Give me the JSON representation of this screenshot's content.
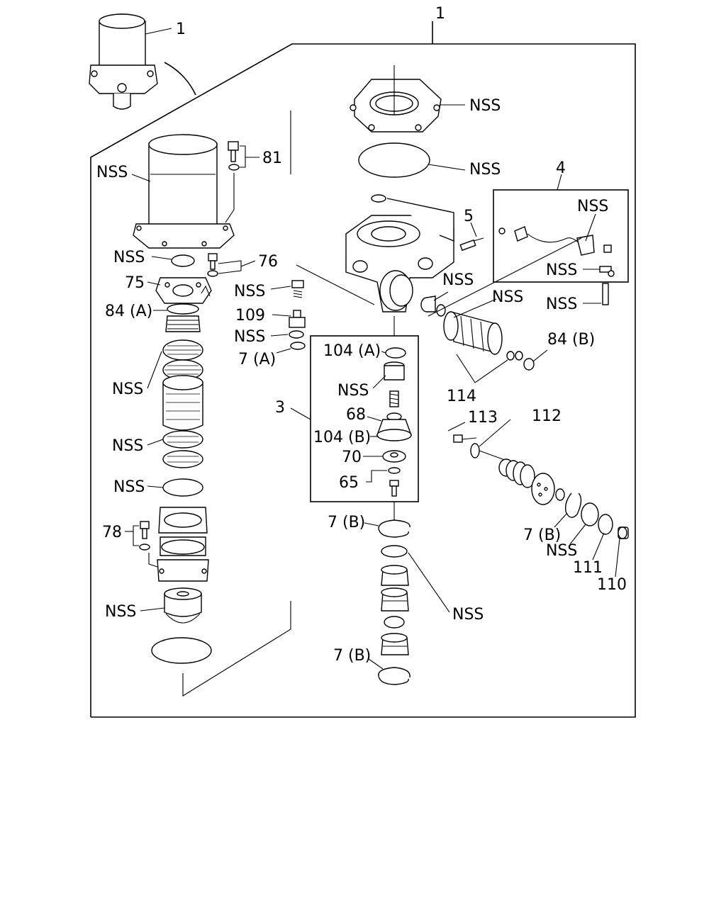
{
  "labels": {
    "assembly_top": "1",
    "assembly_icon": "1",
    "bolt_81": "81",
    "cartridge_nss": "NSS",
    "seal_nss_top_left": "NSS",
    "bolt_76": "76",
    "plate_75": "75",
    "spring_84a": "84 (A)",
    "filters_nss": "NSS",
    "filters_lower_nss": "NSS",
    "oring_nss_left": "NSS",
    "bolt_78": "78",
    "bottom_nss_left": "NSS",
    "cover_nss": "NSS",
    "gasket_nss": "NSS",
    "valve_nss": "NSS",
    "part_109": "109",
    "ring_nss": "NSS",
    "ring_7a": "7 (A)",
    "box_3": "3",
    "oring_104a": "104 (A)",
    "piston_nss": "NSS",
    "part_68": "68",
    "part_104b": "104 (B)",
    "part_70": "70",
    "part_65": "65",
    "snap_7b_mid": "7 (B)",
    "stack_nss": "NSS",
    "snap_7b_bottom": "7 (B)",
    "sensor_5": "5",
    "box_4": "4",
    "heater_nss_1": "NSS",
    "heater_nss_2": "NSS",
    "heater_nss_3": "NSS",
    "fitting_nss": "NSS",
    "sleeve_nss": "NSS",
    "part_84b": "84 (B)",
    "part_114": "114",
    "part_113": "113",
    "part_112": "112",
    "snap_7b_right": "7 (B)",
    "washer_nss_right": "NSS",
    "part_111": "111",
    "part_110": "110"
  }
}
